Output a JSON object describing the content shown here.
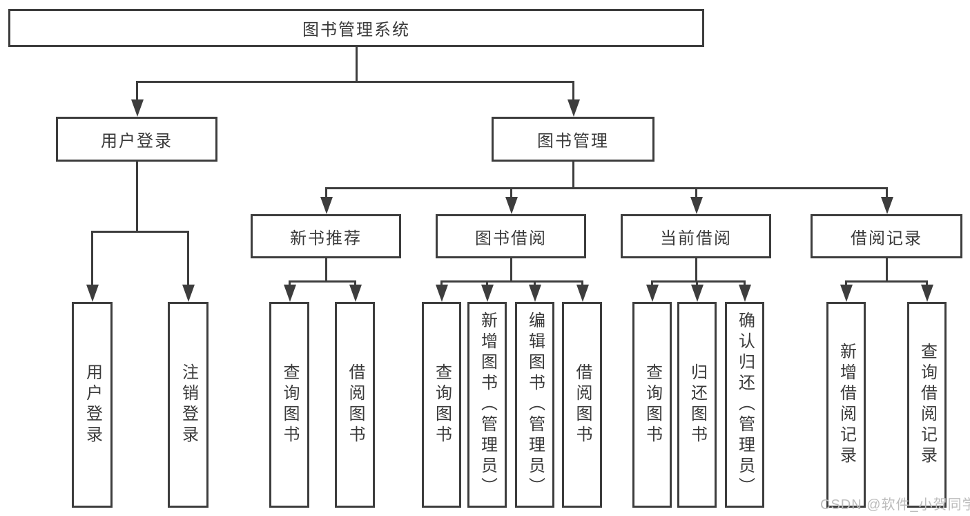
{
  "tree": {
    "root": "图书管理系统",
    "branches": [
      {
        "label": "用户登录",
        "leaves": [
          "用户登录",
          "注销登录"
        ]
      },
      {
        "label": "图书管理",
        "groups": [
          {
            "label": "新书推荐",
            "leaves": [
              "查询图书",
              "借阅图书"
            ]
          },
          {
            "label": "图书借阅",
            "leaves": [
              "查询图书",
              "新增图书（管理员）",
              "编辑图书（管理员）",
              "借阅图书"
            ]
          },
          {
            "label": "当前借阅",
            "leaves": [
              "查询图书",
              "归还图书",
              "确认归还（管理员）"
            ]
          },
          {
            "label": "借阅记录",
            "leaves": [
              "新增借阅记录",
              "查询借阅记录"
            ]
          }
        ]
      }
    ]
  },
  "watermark": {
    "text": "CSDN @软件_小贺同学"
  },
  "colors": {
    "line": "#3d3d3d",
    "text": "#3a3a3a",
    "watermark": "#bcbcbc",
    "background": "#ffffff"
  }
}
